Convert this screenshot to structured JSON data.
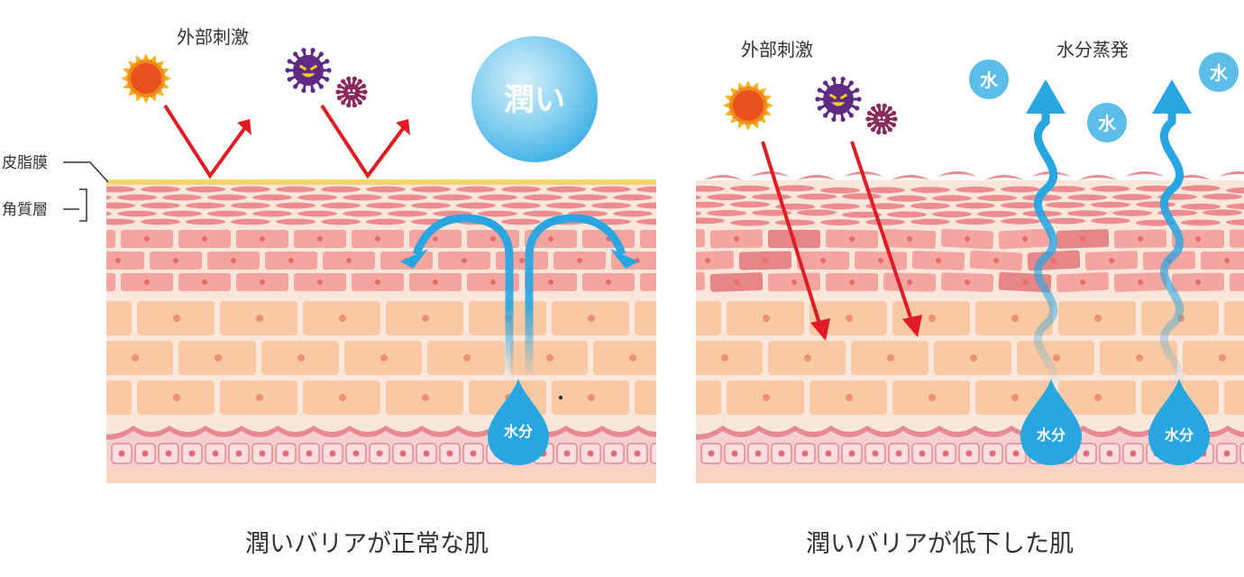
{
  "labels": {
    "external_stimulus": "外部刺激",
    "moisture": "潤い",
    "sebum_film": "皮脂膜",
    "stratum_corneum": "角質層",
    "evaporation": "水分蒸発",
    "water": "水",
    "water_content": "水分"
  },
  "captions": {
    "left": "潤いバリアが正常な肌",
    "right": "潤いバリアが低下した肌"
  },
  "colors": {
    "arrow_red": "#e01b24",
    "water_blue": "#27a6e2",
    "sebum_yellow": "#f6d56e",
    "corneum": "#ec8c8f",
    "upper_cell": "#f5a5a0",
    "lower_cell": "#f8c9a3",
    "basal_band": "#e58a93",
    "sun_orange": "#f08a1c",
    "virus_purple": "#5e2a83"
  },
  "icons": [
    "sun-icon",
    "virus-icon",
    "water-drop-icon",
    "water-bubble-icon",
    "moisture-bubble-icon"
  ]
}
